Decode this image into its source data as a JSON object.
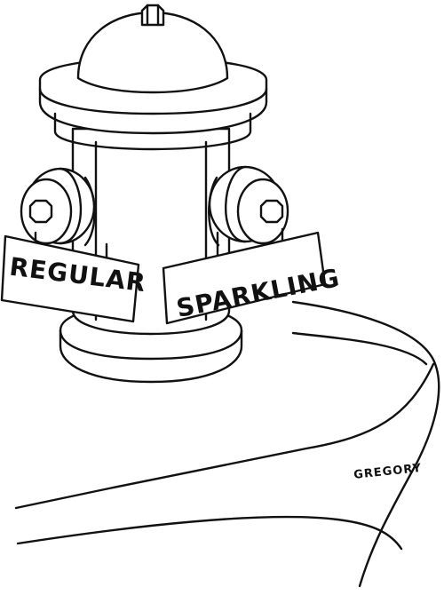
{
  "signs": {
    "left": "REGULAR",
    "right": "SPARKLING"
  },
  "signature": "GREGORY",
  "colors": {
    "ink": "#111111",
    "paper": "#ffffff"
  }
}
